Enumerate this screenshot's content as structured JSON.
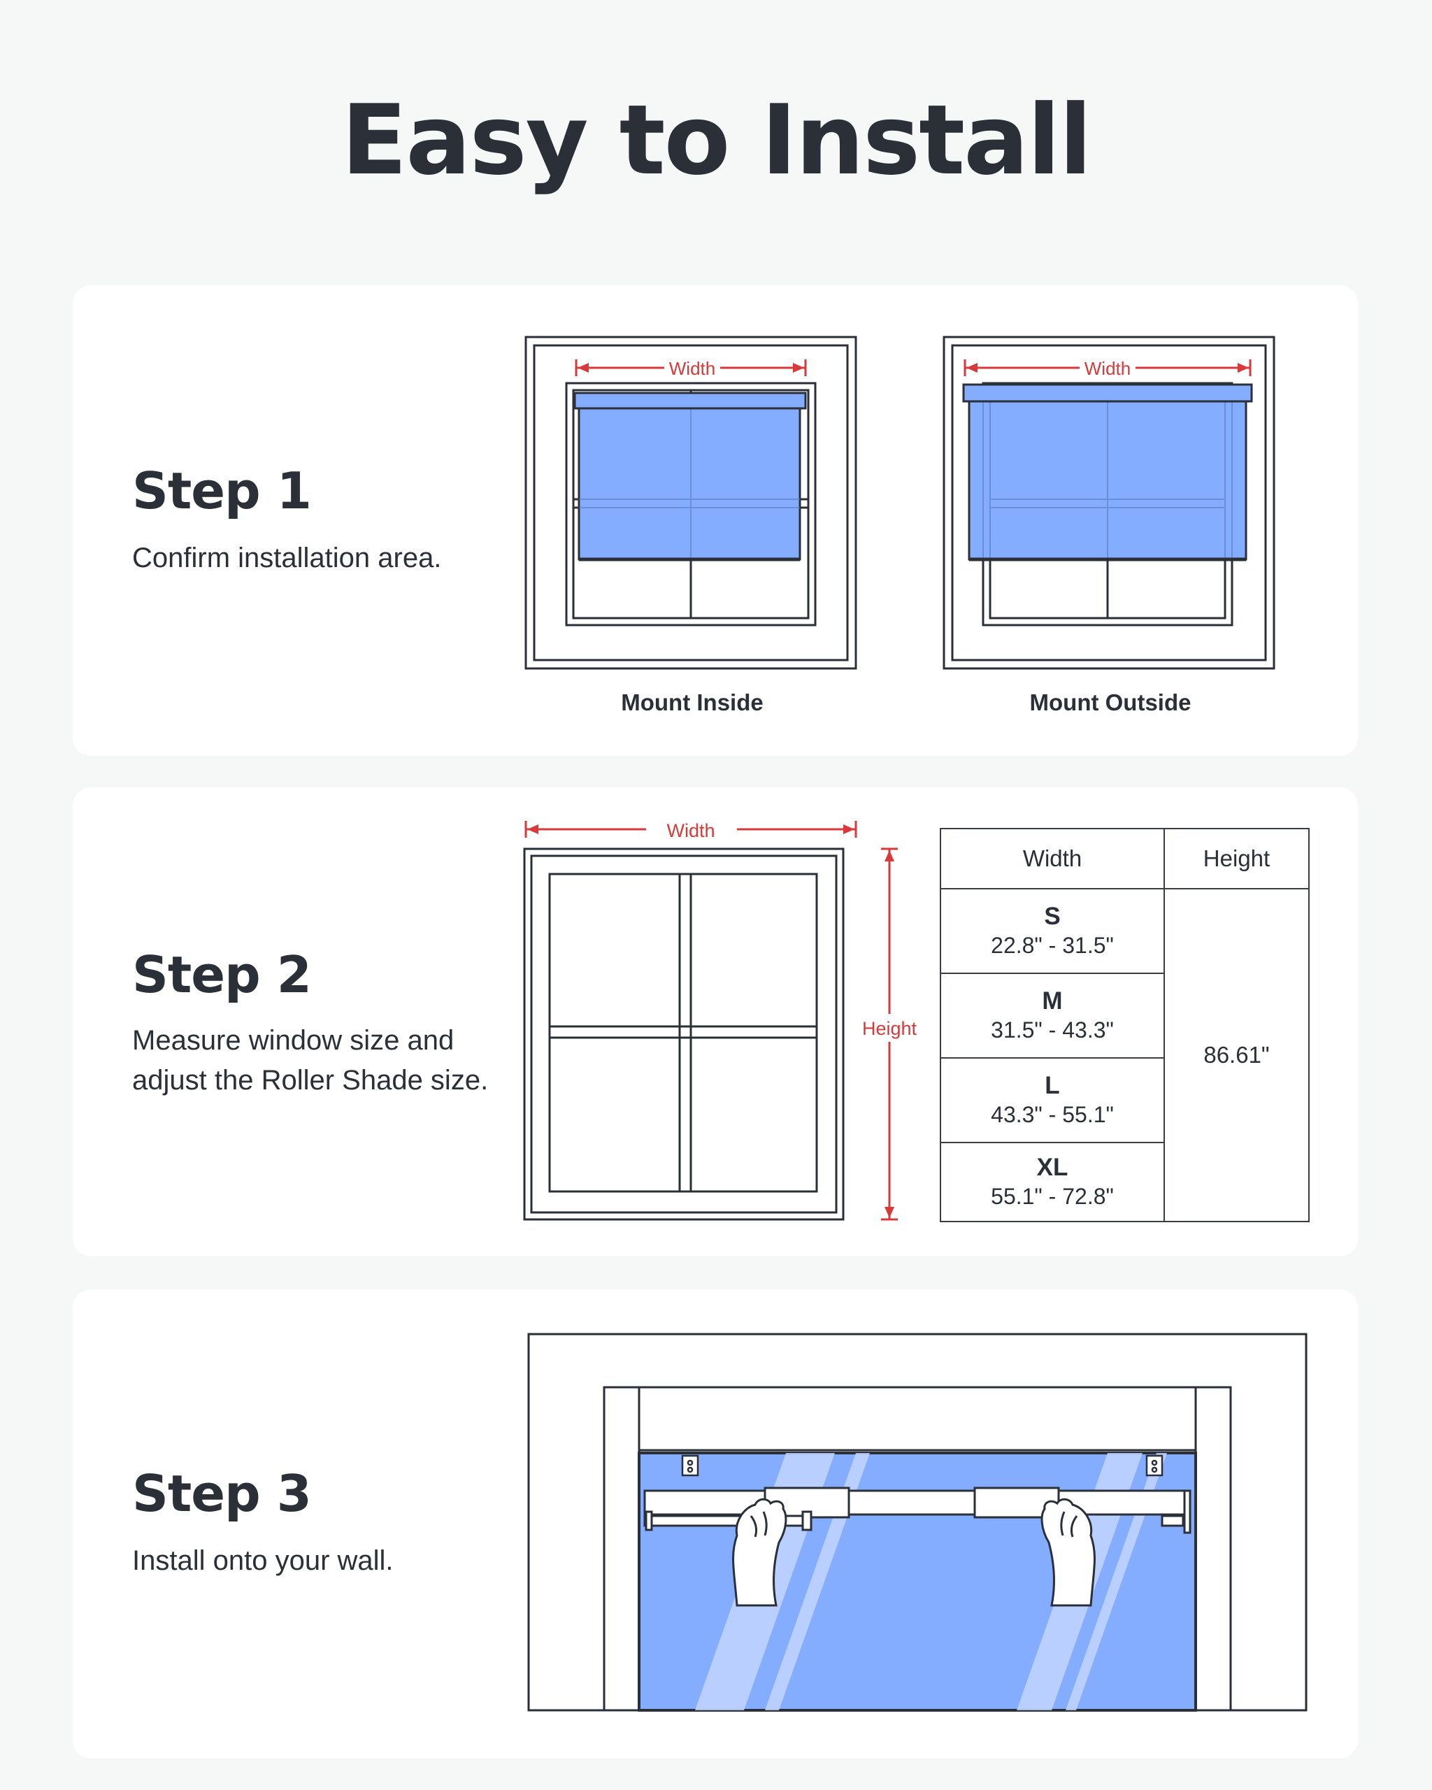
{
  "title": "Easy to Install",
  "steps": [
    {
      "title": "Step 1",
      "description": [
        "Confirm installation area."
      ],
      "diagrams": [
        {
          "caption": "Mount Inside",
          "width_label": "Width"
        },
        {
          "caption": "Mount Outside",
          "width_label": "Width"
        }
      ]
    },
    {
      "title": "Step 2",
      "description": [
        "Measure window size and",
        "adjust the Roller Shade size."
      ],
      "width_label": "Width",
      "height_label": "Height",
      "table": {
        "headers": [
          "Width",
          "Height"
        ],
        "rows": [
          {
            "size": "S",
            "range": "22.8\" - 31.5\""
          },
          {
            "size": "M",
            "range": "31.5\" - 43.3\""
          },
          {
            "size": "L",
            "range": "43.3\" - 55.1\""
          },
          {
            "size": "XL",
            "range": "55.1\" - 72.8\""
          }
        ],
        "height_value": "86.61\""
      }
    },
    {
      "title": "Step 3",
      "description": [
        "Install onto your wall."
      ]
    }
  ],
  "colors": {
    "shade_blue": "#85adff",
    "measure_red": "#d83a3a",
    "line_dark": "#2b2f38"
  }
}
